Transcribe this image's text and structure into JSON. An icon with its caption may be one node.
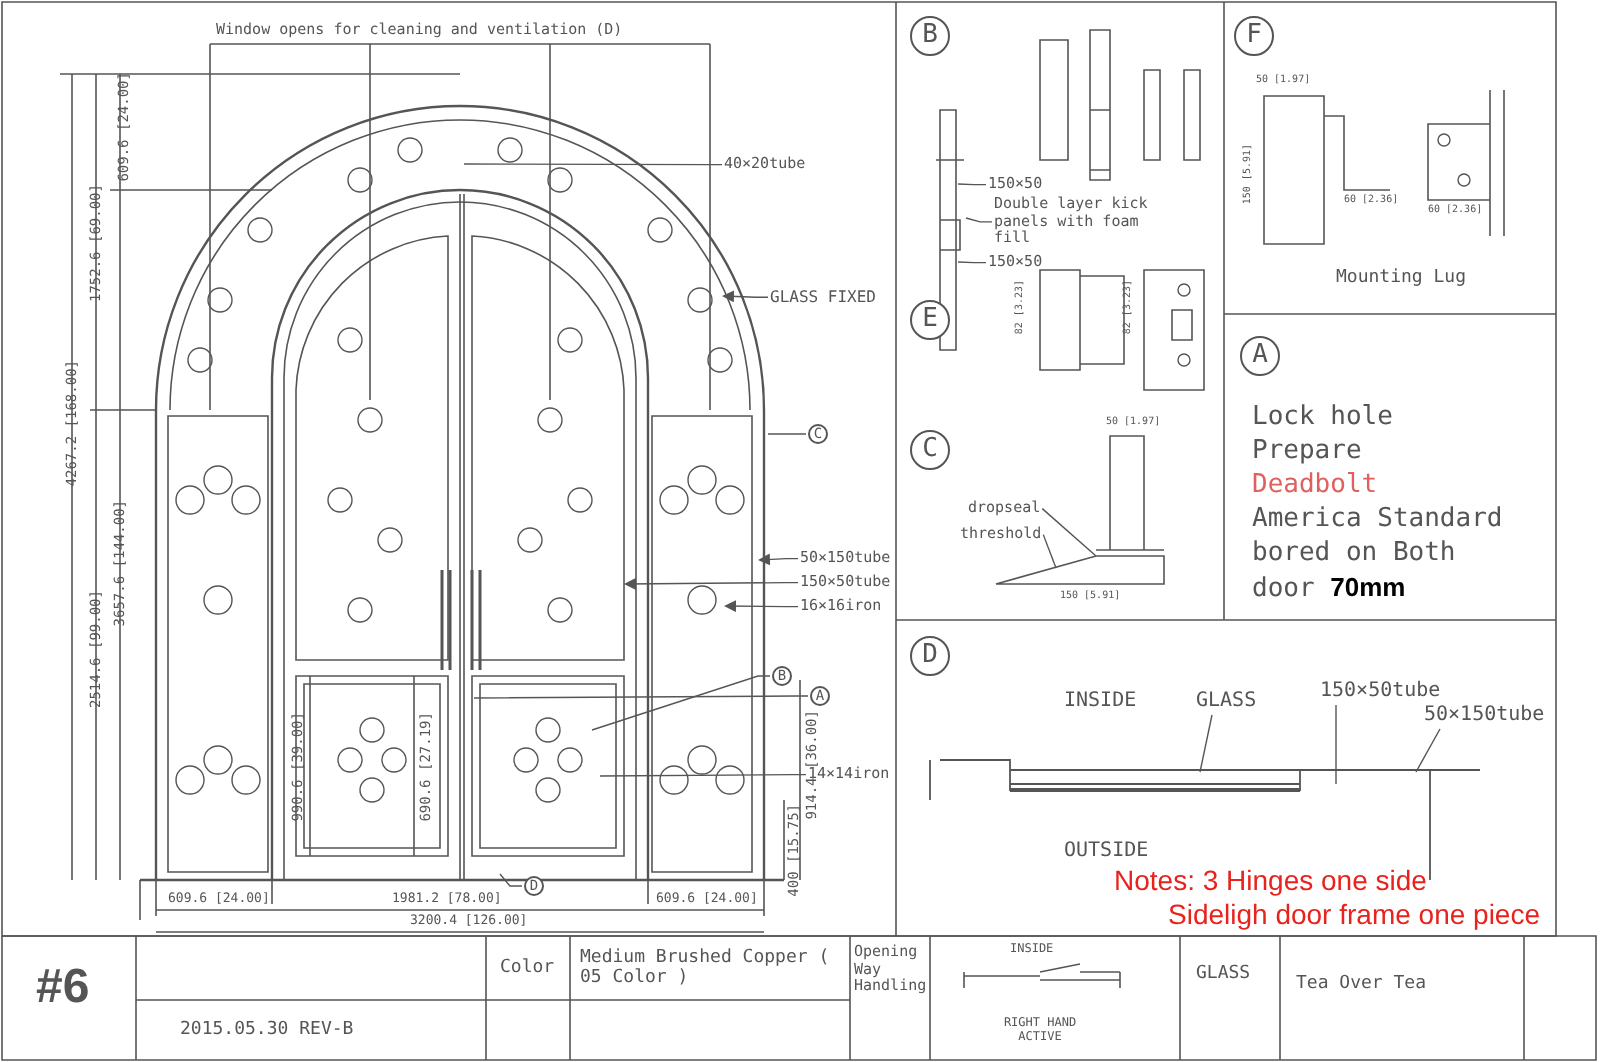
{
  "diagram": {
    "nodes": [
      {
        "text": [
          "40×20tube"
        ]
      },
      {
        "text": [
          "GLASS FIXED"
        ]
      },
      {
        "text": [
          "50×150tube"
        ]
      },
      {
        "text": [
          "150×50tube"
        ]
      },
      {
        "text": [
          "16×16iron"
        ]
      },
      {
        "text": [
          "B"
        ]
      },
      {
        "text": [
          "A"
        ]
      },
      {
        "text": [
          "14×14iron"
        ]
      },
      {
        "text": [
          "C"
        ]
      },
      {
        "text": [
          "D"
        ]
      },
      {
        "text": [
          "Double layer kick panels with foam fill"
        ]
      },
      {
        "text": [
          "150×50"
        ]
      },
      {
        "text": [
          "150×50"
        ]
      },
      {
        "text": [
          "dropseal"
        ]
      },
      {
        "text": [
          "threshold"
        ]
      },
      {
        "text": [
          "GLASS"
        ]
      },
      {
        "text": [
          "150×50tube"
        ]
      },
      {
        "text": [
          "50×150tube"
        ]
      }
    ],
    "edges": [
      {
        "from": 0,
        "to": null,
        "arrow": "none"
      },
      {
        "from": 1,
        "to": null,
        "arrow": "to"
      },
      {
        "from": 2,
        "to": null,
        "arrow": "to"
      },
      {
        "from": 3,
        "to": null,
        "arrow": "to"
      },
      {
        "from": 4,
        "to": null,
        "arrow": "to"
      },
      {
        "from": 5,
        "to": null,
        "arrow": "none"
      },
      {
        "from": 6,
        "to": null,
        "arrow": "none"
      },
      {
        "from": 7,
        "to": null,
        "arrow": "none"
      },
      {
        "from": 8,
        "to": null,
        "arrow": "none"
      },
      {
        "from": 9,
        "to": null,
        "arrow": "none"
      },
      {
        "from": 10,
        "to": null,
        "arrow": "none"
      },
      {
        "from": 11,
        "to": null,
        "arrow": "none"
      },
      {
        "from": 12,
        "to": null,
        "arrow": "none"
      },
      {
        "from": 13,
        "to": null,
        "arrow": "none"
      },
      {
        "from": 14,
        "to": null,
        "arrow": "none"
      },
      {
        "from": 15,
        "to": null,
        "arrow": "none"
      },
      {
        "from": 16,
        "to": null,
        "arrow": "none"
      },
      {
        "from": 17,
        "to": null,
        "arrow": "none"
      }
    ],
    "labels": [
      "Window opens for cleaning and ventilation (D)",
      "609.6 [24.00]",
      "1752.6 [69.00]",
      "4267.2 [168.00]",
      "3657.6 [144.00]",
      "2514.6 [99.00]",
      "990.6 [39.00]",
      "690.6 [27.19]",
      "914.4 [36.00]",
      "400 [15.75]",
      "609.6 [24.00]",
      "1981.2 [78.00]",
      "609.6 [24.00]",
      "3200.4 [126.00]",
      "B",
      "F",
      "50 [1.97]",
      "150 [5.91]",
      "60 [2.36]",
      "60 [2.36]",
      "Mounting Lug",
      "E",
      "82 [3.23]",
      "82 [3.23]",
      "A",
      "Lock hole",
      "Prepare",
      "Deadbolt",
      "America Standard",
      "bored on Both",
      "door **70mm**",
      "C",
      "50 [1.97]",
      "150 [5.91]",
      "D",
      "INSIDE",
      "OUTSIDE",
      "Notes:  3 Hinges one side",
      "Sideligh door frame one piece",
      "#6",
      "2015.05.30 REV-B",
      "Color",
      "Medium Brushed Copper ( 05 Color )",
      "Opening Way Handling",
      "INSIDE",
      "RIGHT HAND ACTIVE",
      "GLASS",
      "Tea Over Tea"
    ]
  }
}
